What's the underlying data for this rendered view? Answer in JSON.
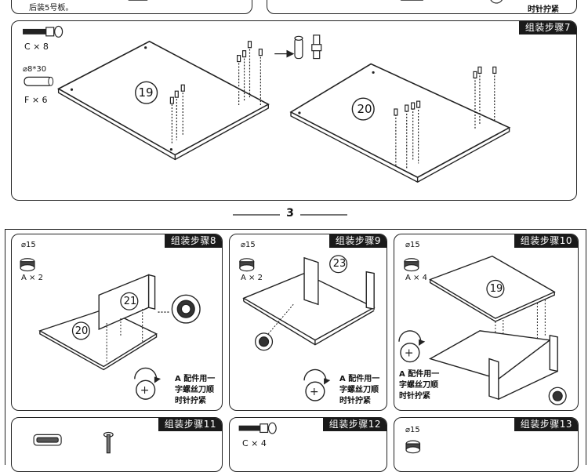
{
  "top_strip": {
    "left_text": "后装5号板。",
    "right_text": "时针拧紧"
  },
  "step7": {
    "label": "组装步骤7",
    "part_c": "C × 8",
    "part_f_dim": "⌀8*30",
    "part_f": "F × 6",
    "board_a": "19",
    "board_b": "20"
  },
  "page_number": "3",
  "step8": {
    "label": "组装步骤8",
    "dim": "⌀15",
    "qty": "A × 2",
    "board_a": "20",
    "board_b": "21",
    "note_line1": "A 配件用一",
    "note_line2": "字螺丝刀顺",
    "note_line3": "时针拧紧"
  },
  "step9": {
    "label": "组装步骤9",
    "dim": "⌀15",
    "qty": "A × 2",
    "board": "23",
    "note_line1": "A 配件用一",
    "note_line2": "字螺丝刀顺",
    "note_line3": "时针拧紧"
  },
  "step10": {
    "label": "组装步骤10",
    "dim": "⌀15",
    "qty": "A × 4",
    "board": "19",
    "note_line1": "A 配件用一",
    "note_line2": "字螺丝刀顺",
    "note_line3": "时针拧紧"
  },
  "step11": {
    "label": "组装步骤11"
  },
  "step12": {
    "label": "组装步骤12",
    "qty": "C × 4"
  },
  "step13": {
    "label": "组装步骤13",
    "dim": "⌀15"
  }
}
